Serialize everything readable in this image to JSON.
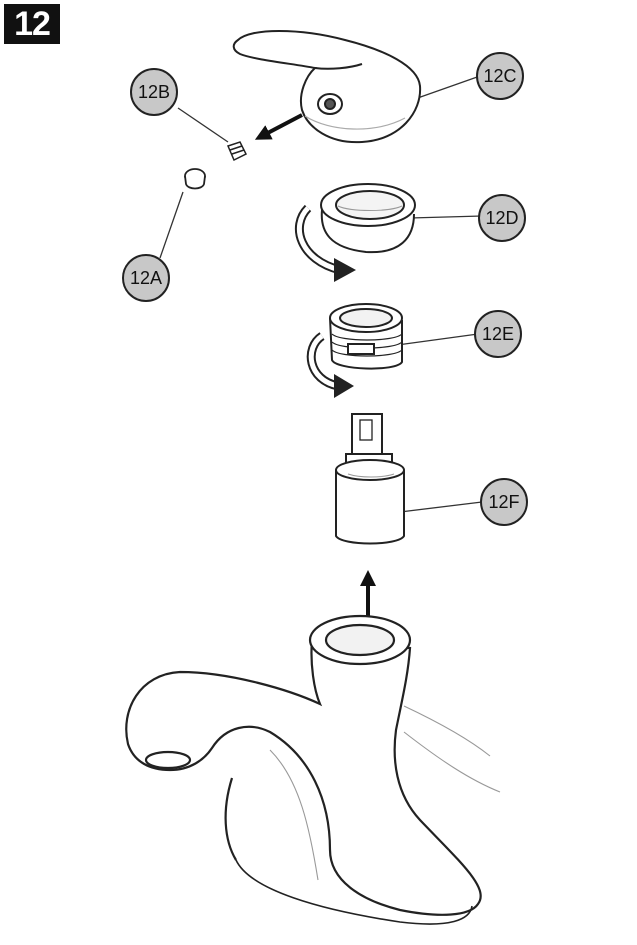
{
  "step": "12",
  "labels": {
    "a": "12A",
    "b": "12B",
    "c": "12C",
    "d": "12D",
    "e": "12E",
    "f": "12F"
  }
}
